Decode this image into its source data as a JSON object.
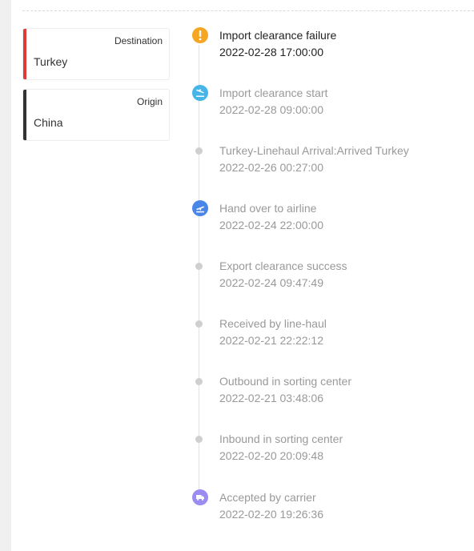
{
  "locations": [
    {
      "kind": "Destination",
      "place": "Turkey",
      "accent": "#e03b3b"
    },
    {
      "kind": "Origin",
      "place": "China",
      "accent": "#333333"
    }
  ],
  "events": [
    {
      "title": "Import clearance failure",
      "time": "2022-02-28 17:00:00",
      "icon": "warning-icon",
      "color": "#f5a623",
      "current": true
    },
    {
      "title": "Import clearance start",
      "time": "2022-02-28 09:00:00",
      "icon": "plane-landing-icon",
      "color": "#46b6e8"
    },
    {
      "title": "Turkey-Linehaul Arrival:Arrived Turkey",
      "time": "2022-02-26 00:27:00",
      "icon": "dot-icon",
      "color": "#cfcfcf"
    },
    {
      "title": "Hand over to airline",
      "time": "2022-02-24 22:00:00",
      "icon": "plane-takeoff-icon",
      "color": "#4a86e8"
    },
    {
      "title": "Export clearance success",
      "time": "2022-02-24 09:47:49",
      "icon": "dot-icon",
      "color": "#cfcfcf"
    },
    {
      "title": "Received by line-haul",
      "time": "2022-02-21 22:22:12",
      "icon": "dot-icon",
      "color": "#cfcfcf"
    },
    {
      "title": "Outbound in sorting center",
      "time": "2022-02-21 03:48:06",
      "icon": "dot-icon",
      "color": "#cfcfcf"
    },
    {
      "title": "Inbound in sorting center",
      "time": "2022-02-20 20:09:48",
      "icon": "dot-icon",
      "color": "#cfcfcf"
    },
    {
      "title": "Accepted by carrier",
      "time": "2022-02-20 19:26:36",
      "icon": "truck-icon",
      "color": "#9b8cf2"
    }
  ]
}
